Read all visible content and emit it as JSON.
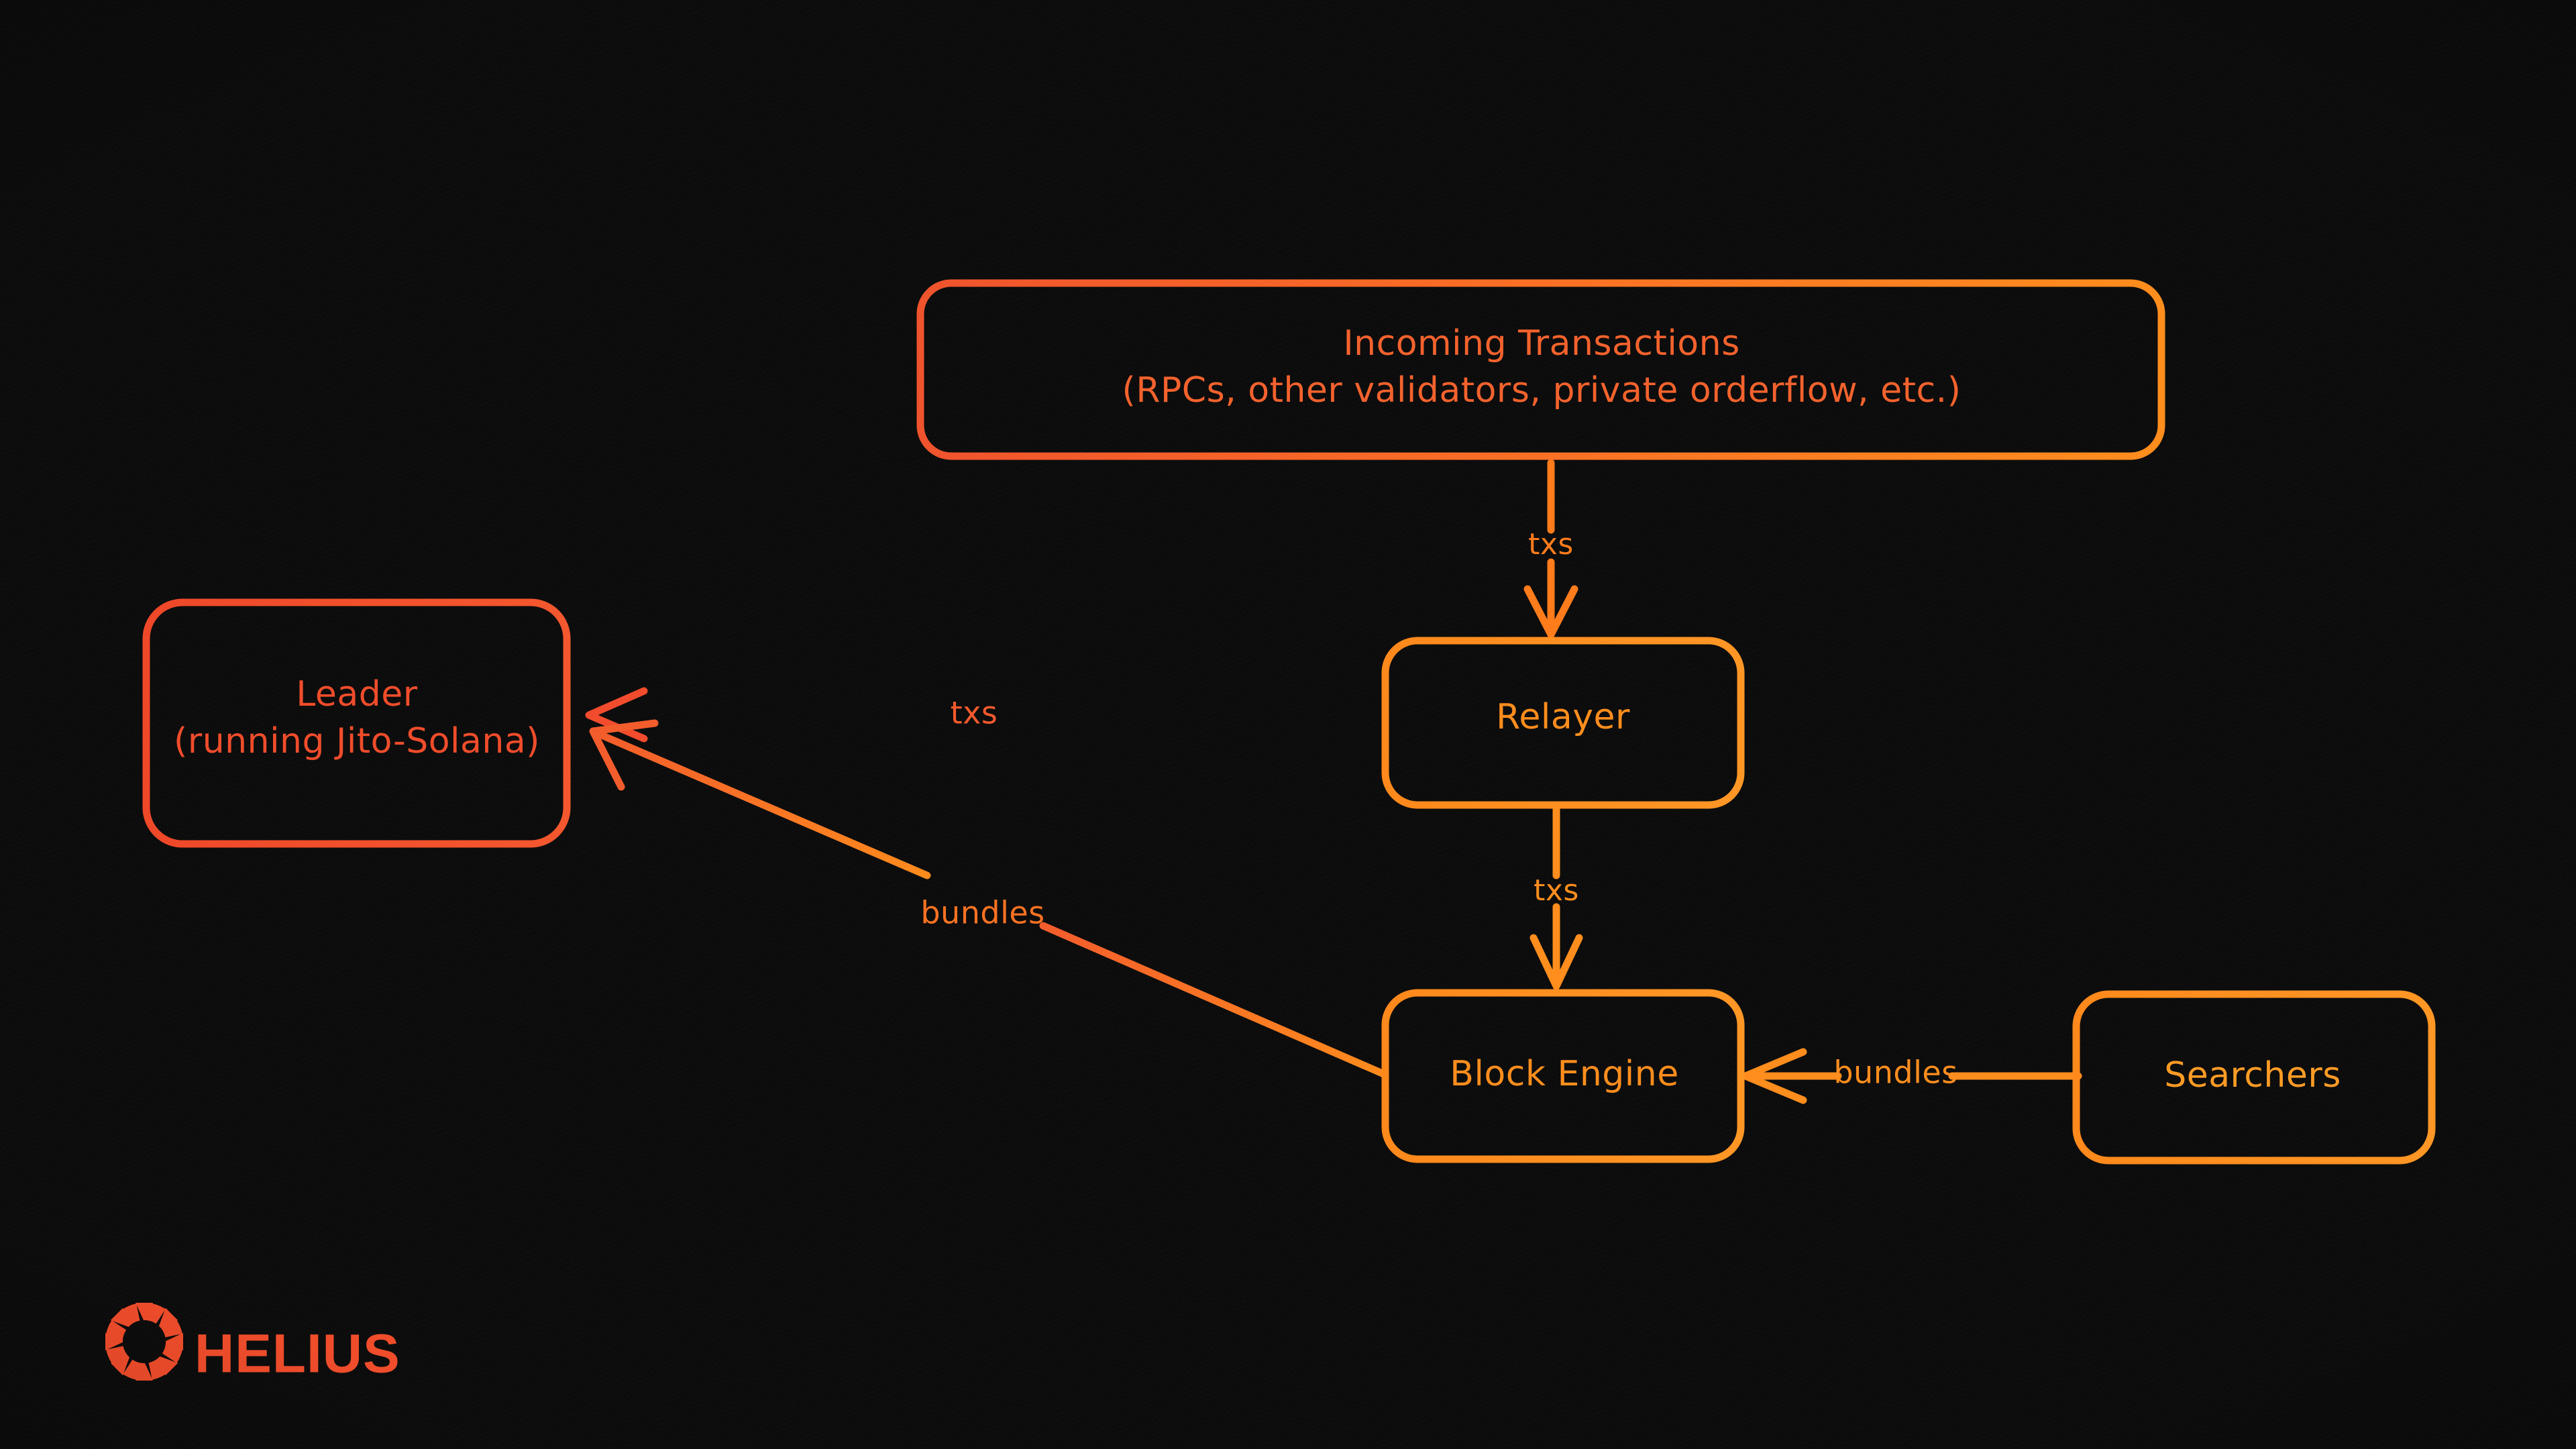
{
  "diagram": {
    "title": "Jito Solana MEV transaction flow",
    "background_color": "#090909",
    "nodes": [
      {
        "id": "incoming",
        "name": "incoming-transactions-node",
        "line1": "Incoming Transactions",
        "line2": "(RPCs, other validators, private orderflow, etc.)",
        "color_start": "#F0512A",
        "color_end": "#FF8C1A"
      },
      {
        "id": "leader",
        "name": "leader-node",
        "line1": "Leader",
        "line2": "(running Jito-Solana)",
        "color_start": "#F0482A",
        "color_end": "#F2512C"
      },
      {
        "id": "relayer",
        "name": "relayer-node",
        "line1": "Relayer",
        "line2": "",
        "color_start": "#FF8C1A",
        "color_end": "#FF8C1A"
      },
      {
        "id": "block-engine",
        "name": "block-engine-node",
        "line1": "Block Engine",
        "line2": "",
        "color_start": "#FF8C1A",
        "color_end": "#FF8C1A"
      },
      {
        "id": "searchers",
        "name": "searchers-node",
        "line1": "Searchers",
        "line2": "",
        "color_start": "#FF9A22",
        "color_end": "#FF9A22"
      }
    ],
    "edges": [
      {
        "id": "incoming-to-relayer",
        "from": "incoming",
        "to": "relayer",
        "label": "txs",
        "color": "#FF7A18"
      },
      {
        "id": "relayer-to-leader",
        "from": "relayer",
        "to": "leader",
        "label": "txs",
        "color": "#F4572A"
      },
      {
        "id": "relayer-to-block-engine",
        "from": "relayer",
        "to": "block-engine",
        "label": "txs",
        "color": "#FF8C1A"
      },
      {
        "id": "searchers-to-block-engine",
        "from": "searchers",
        "to": "block-engine",
        "label": "bundles",
        "color": "#FF8C1A"
      },
      {
        "id": "block-engine-to-leader",
        "from": "block-engine",
        "to": "leader",
        "label": "bundles",
        "color": "#F9701F"
      }
    ]
  },
  "branding": {
    "name": "HELIUS",
    "mark": "sunburst-icon",
    "color": "#F04A28"
  }
}
